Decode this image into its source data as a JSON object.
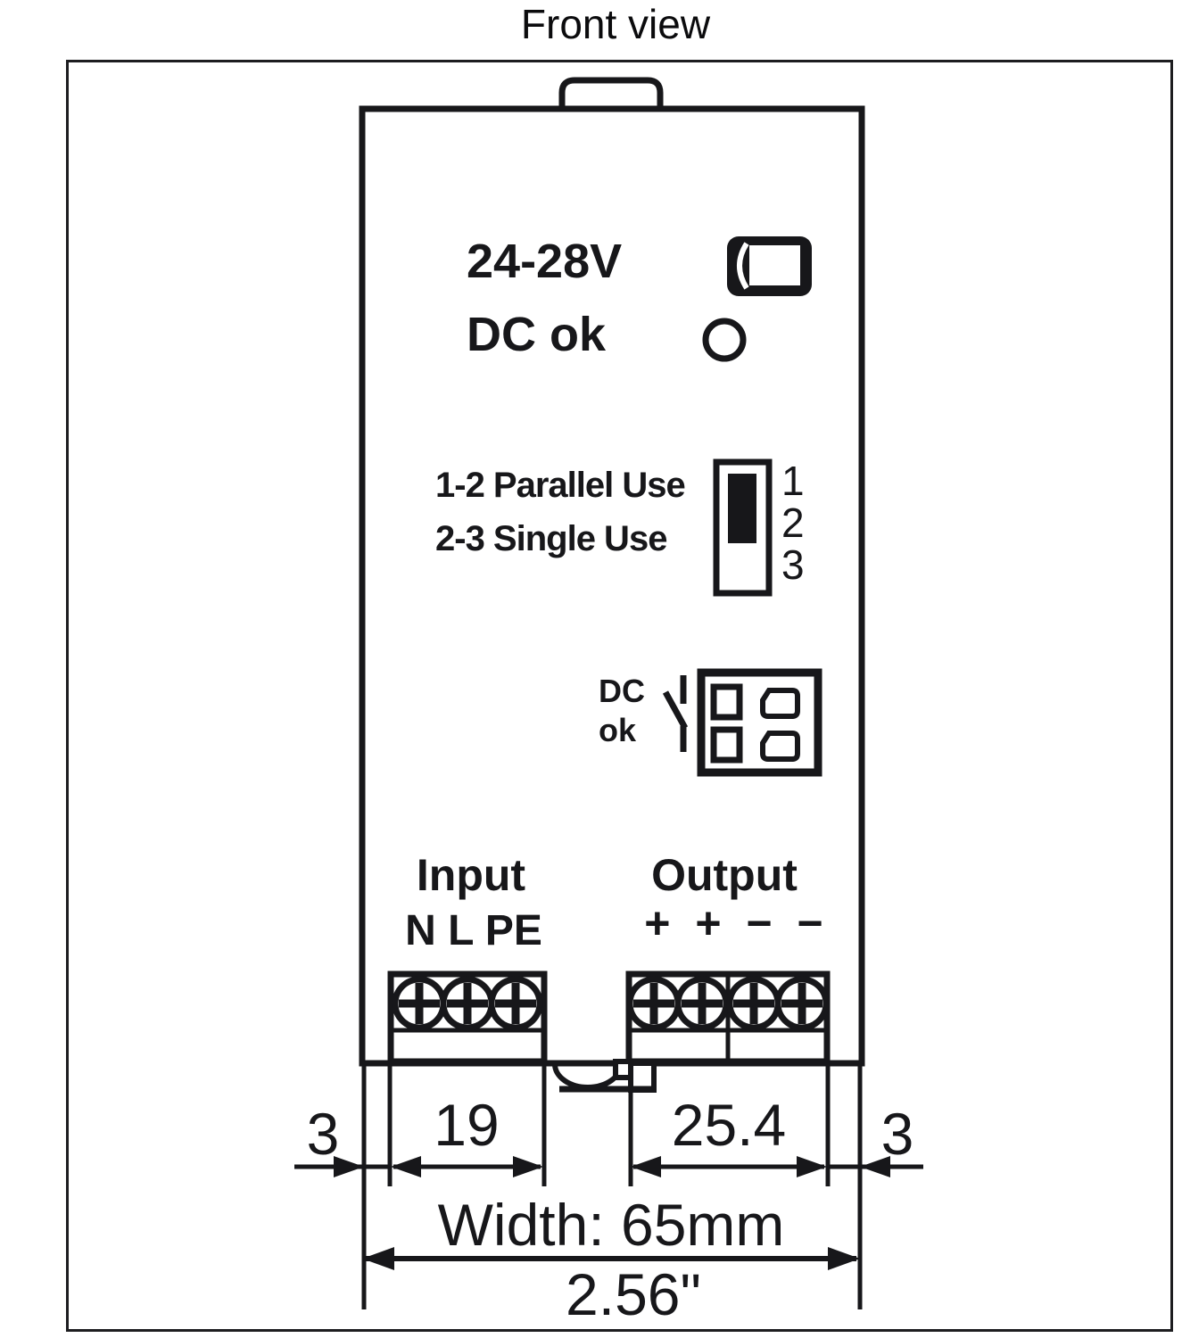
{
  "title": "Front view",
  "device": {
    "voltage_label": "24-28V",
    "dc_ok_label": "DC ok",
    "mode_switch": {
      "option_parallel": "1-2 Parallel Use",
      "option_single": "2-3 Single Use",
      "positions": [
        "1",
        "2",
        "3"
      ]
    },
    "relay": {
      "label_line1": "DC",
      "label_line2": "ok"
    },
    "input": {
      "label": "Input",
      "terminals": "N L PE"
    },
    "output": {
      "label": "Output",
      "terminals": "+ + − −"
    }
  },
  "dimensions": {
    "left_margin_mm": "3",
    "input_block_mm": "19",
    "output_block_mm": "25.4",
    "right_margin_mm": "3",
    "total_width": "Width: 65mm",
    "total_width_inches": "2.56\""
  },
  "colors": {
    "line": "#17171a",
    "background": "#ffffff"
  }
}
